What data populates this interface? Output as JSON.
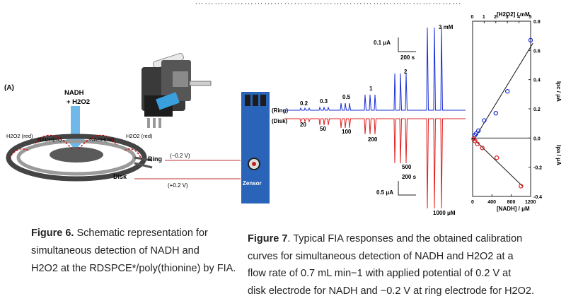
{
  "header_partial": "………………………………………………………………………",
  "schematic": {
    "panel_label": "(A)",
    "nadh_label": "NADH",
    "h2o2_label": "+ H2O2",
    "left_outer_label": "H2O2 (red)",
    "left_inner_label": "NADH(ox)",
    "right_inner_label": "NADH(ox)",
    "right_outer_label": "H2O2 (red)",
    "ring_label": "Ring",
    "disk_label": "Disk",
    "ring_potential": "(−0.2 V)",
    "disk_potential": "(+0.2 V)",
    "sensor_brand": "Zensor"
  },
  "fia": {
    "ring_trace_label": "(Ring)",
    "disk_trace_label": "(Disk)",
    "ring_scale_current": "0.1 μA",
    "ring_scale_time": "200 s",
    "disk_scale_current": "0.5 μA",
    "disk_scale_time": "200 s",
    "ring_conc_labels": [
      "0.2",
      "0.3",
      "0.5",
      "1",
      "2",
      "3 mM"
    ],
    "disk_conc_labels": [
      "20",
      "50",
      "100",
      "200",
      "500",
      "1000 μM"
    ]
  },
  "chart_data": {
    "type": "scatter",
    "title": "",
    "top_xlabel": "[H2O2] / mM",
    "bottom_xlabel": "[NADH] / μM",
    "right_ylabel_top": "Ipc / μA",
    "right_ylabel_bottom": "Ipa / μA",
    "top_xlim": [
      0,
      5
    ],
    "top_xticks": [
      "0",
      "1",
      "2",
      "3",
      "4",
      "5"
    ],
    "bottom_xlim": [
      0,
      1200
    ],
    "bottom_xticks": [
      "0",
      "400",
      "800",
      "1200"
    ],
    "ylim": [
      -0.4,
      0.8
    ],
    "yticks": [
      "0.8",
      "0.6",
      "0.4",
      "0.2",
      "0.0",
      "-0.2",
      "-0.4"
    ],
    "series": [
      {
        "color": "#1a2fd6",
        "x": [
          0.2,
          0.3,
          0.5,
          1,
          2,
          3,
          5
        ],
        "y": [
          0.02,
          0.03,
          0.05,
          0.12,
          0.17,
          0.32,
          0.67
        ]
      },
      {
        "color": "#e02020",
        "x": [
          20,
          50,
          100,
          200,
          500,
          1000
        ],
        "y": [
          -0.005,
          -0.02,
          -0.04,
          -0.068,
          -0.135,
          -0.33
        ]
      }
    ]
  },
  "captions": {
    "fig6_label": "Figure 6.",
    "fig6_line1": " Schematic representation for",
    "fig6_line2": "simultaneous detection of NADH and",
    "fig6_line3": "H2O2 at the RDSPCE*/poly(thionine) by FIA.",
    "fig7_label": "Figure 7",
    "fig7_line1": ". Typical FIA responses and the obtained calibration",
    "fig7_line2": "curves for simultaneous detection of NADH and H2O2 at a",
    "fig7_line3": "flow rate of 0.7 mL min−1 with applied potential of 0.2 V at",
    "fig7_line4": "disk electrode for NADH and −0.2 V at ring electrode for H2O2."
  }
}
